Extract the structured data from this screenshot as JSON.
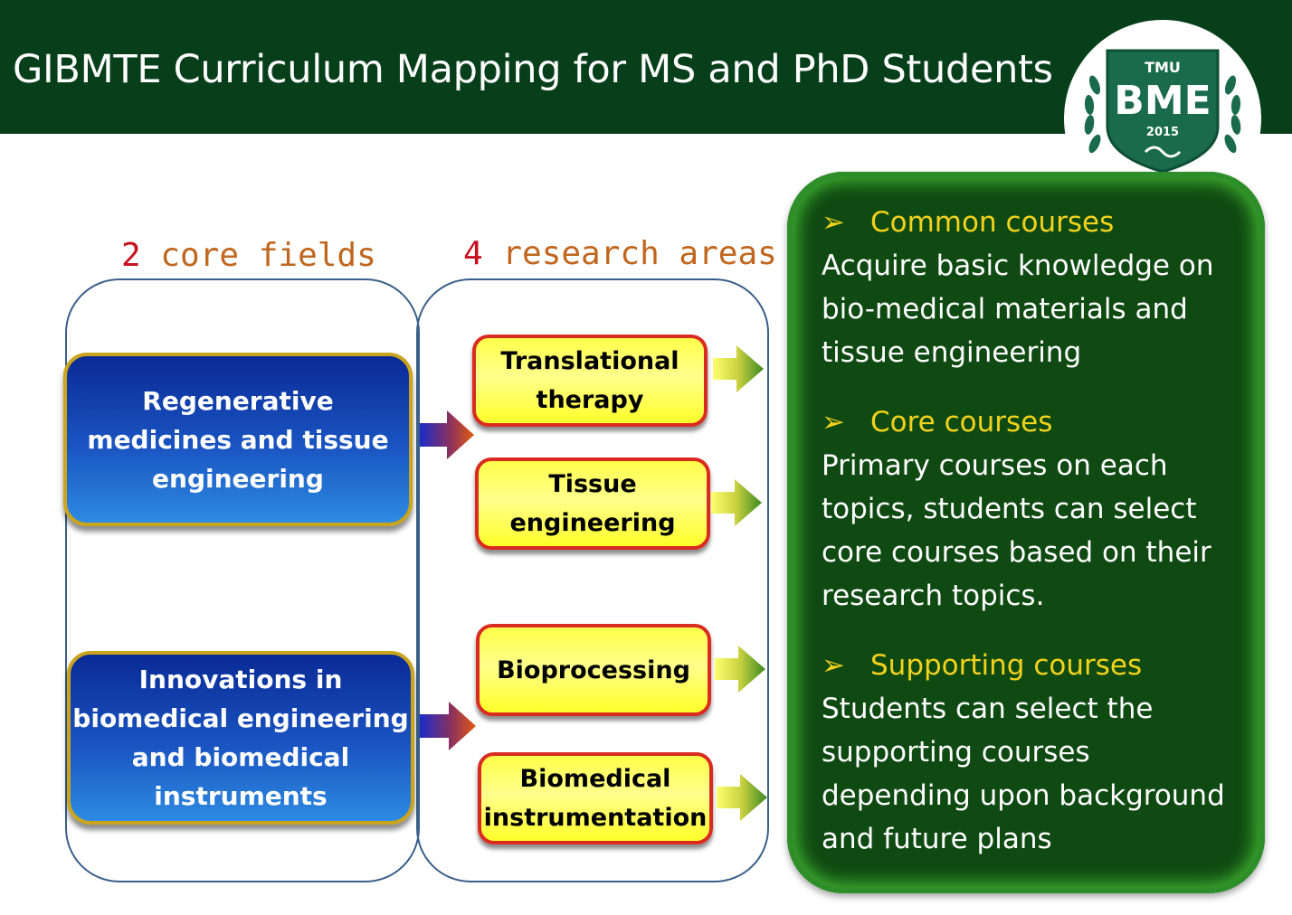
{
  "header": {
    "title": "GIBMTE Curriculum Mapping for MS and PhD Students",
    "logo": {
      "top": "TMU",
      "main": "BME",
      "year": "2015",
      "color": "#1a6b4e"
    }
  },
  "left_heading": {
    "num": "2",
    "text": " core fields"
  },
  "mid_heading": {
    "num": "4",
    "text": " research areas"
  },
  "core_fields": [
    "Regenerative\nmedicines and tissue\nengineering",
    "Innovations in\nbiomedical engineering\nand biomedical\ninstruments"
  ],
  "research_areas": [
    "Translational\ntherapy",
    "Tissue\nengineering",
    "Bioprocessing",
    "Biomedical\ninstrumentation"
  ],
  "panel": {
    "bullet": "➢",
    "sections": [
      {
        "title": "Common courses",
        "body": "Acquire basic knowledge on\nbio-medical materials and\ntissue engineering"
      },
      {
        "title": "Core courses",
        "body": "Primary courses on each\ntopics, students can select\ncore courses based on their\nresearch topics."
      },
      {
        "title": "Supporting courses",
        "body": "Students can select the\nsupporting courses\ndepending upon background\nand future plans"
      }
    ]
  },
  "colors": {
    "header_bg": "#083f1b",
    "accent_yellow": "#f2d21b",
    "heading_orange": "#c0661e",
    "heading_red": "#c8101e"
  }
}
